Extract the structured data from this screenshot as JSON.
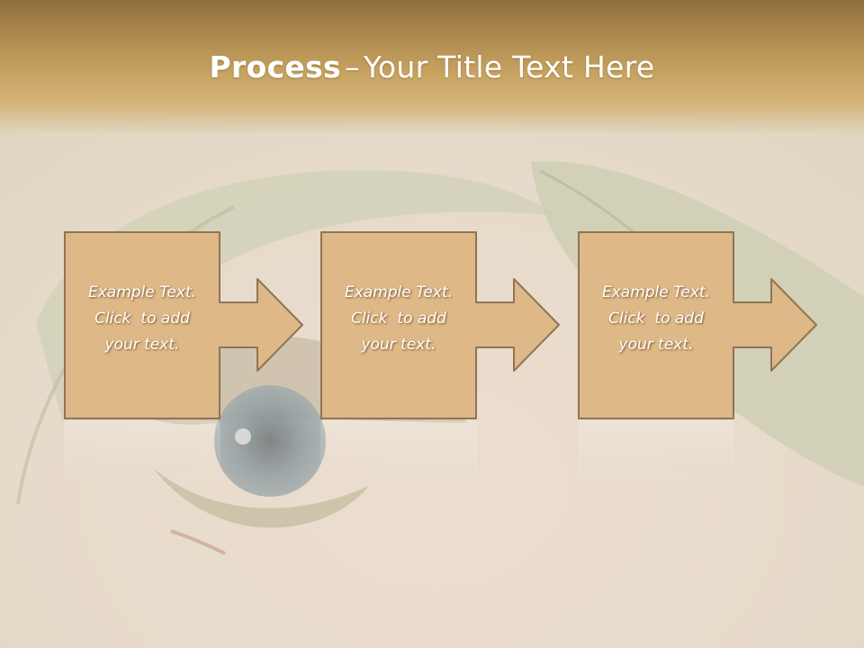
{
  "slide": {
    "title_bold": "Process",
    "title_dash": "–",
    "title_rest": "Your Title Text Here"
  },
  "steps": [
    {
      "line1": "Example Text.",
      "line2": "Click  to add",
      "line3": "your text."
    },
    {
      "line1": "Example Text.",
      "line2": "Click  to add",
      "line3": "your text."
    },
    {
      "line1": "Example Text.",
      "line2": "Click  to add",
      "line3": "your text."
    }
  ],
  "colors": {
    "box_fill": "#deb886",
    "box_border": "#8f7554",
    "title_bar": "#b8955a",
    "text": "#ffffff"
  }
}
